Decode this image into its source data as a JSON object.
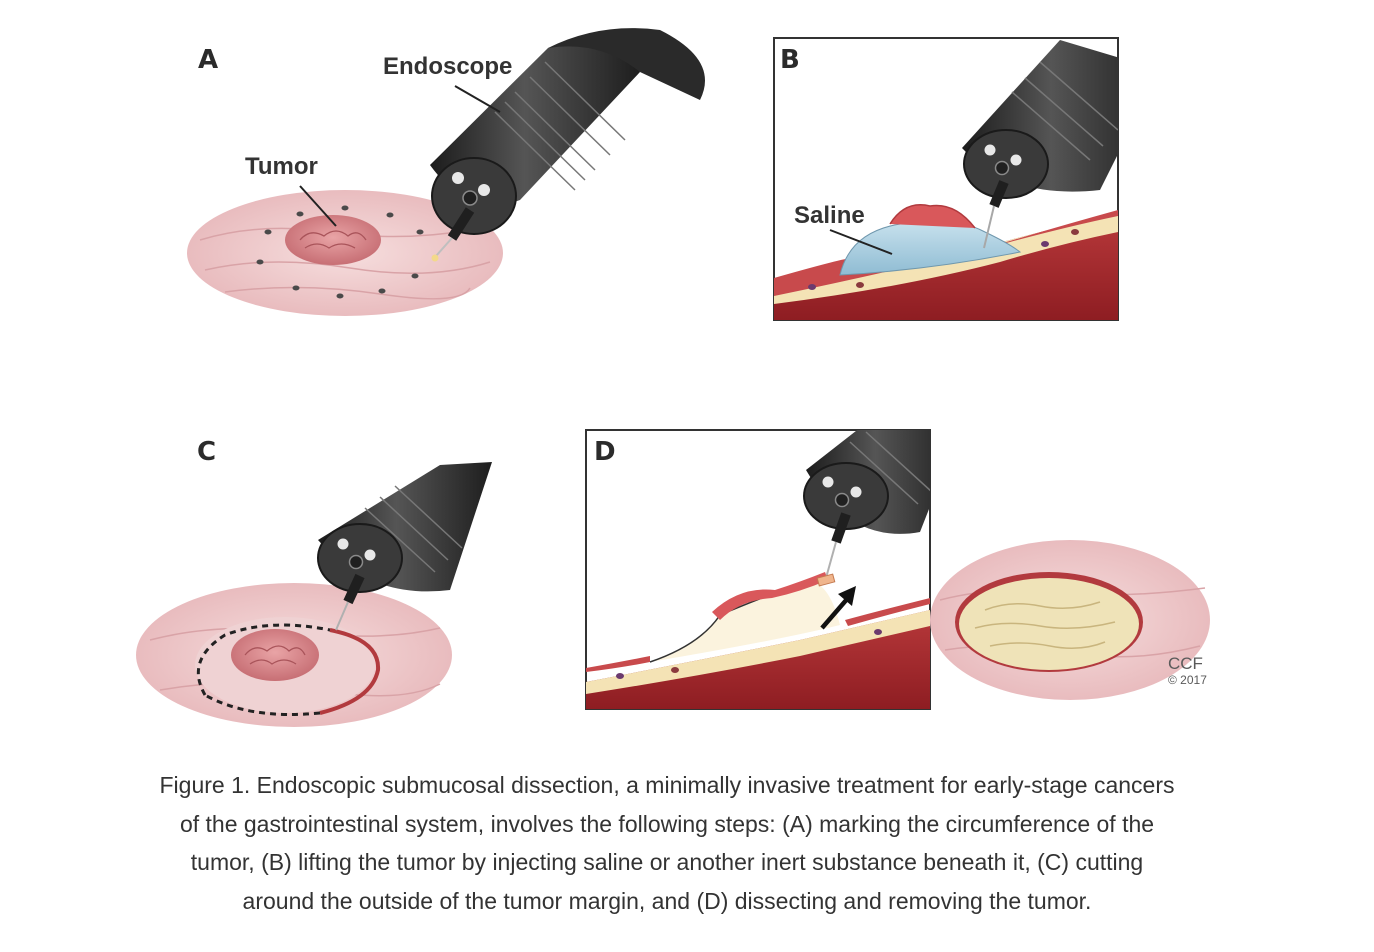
{
  "panels": {
    "a": {
      "letter": "A",
      "callouts": {
        "endoscope": "Endoscope",
        "tumor": "Tumor"
      }
    },
    "b": {
      "letter": "B",
      "callouts": {
        "saline": "Saline"
      }
    },
    "c": {
      "letter": "C"
    },
    "d": {
      "letter": "D"
    }
  },
  "credit": {
    "name": "CCF",
    "year": "© 2017"
  },
  "caption": {
    "lines": [
      "Figure 1. Endoscopic submucosal dissection, a minimally invasive treatment for early-stage cancers",
      "of the gastrointestinal system, involves the following steps: (A) marking the circumference of the",
      "tumor, (B) lifting the tumor by injecting saline or another inert substance beneath it, (C) cutting",
      "around the outside of the tumor margin, and (D) dissecting and removing the tumor."
    ]
  },
  "colors": {
    "mucosa": "#f1d3d3",
    "tumor": "#d9868a",
    "muscle": "#a8292c",
    "submucosa": "#f4e3b5",
    "saline": "#a9cfe1",
    "scope": "#2d2d2d",
    "frame": "#333333"
  }
}
